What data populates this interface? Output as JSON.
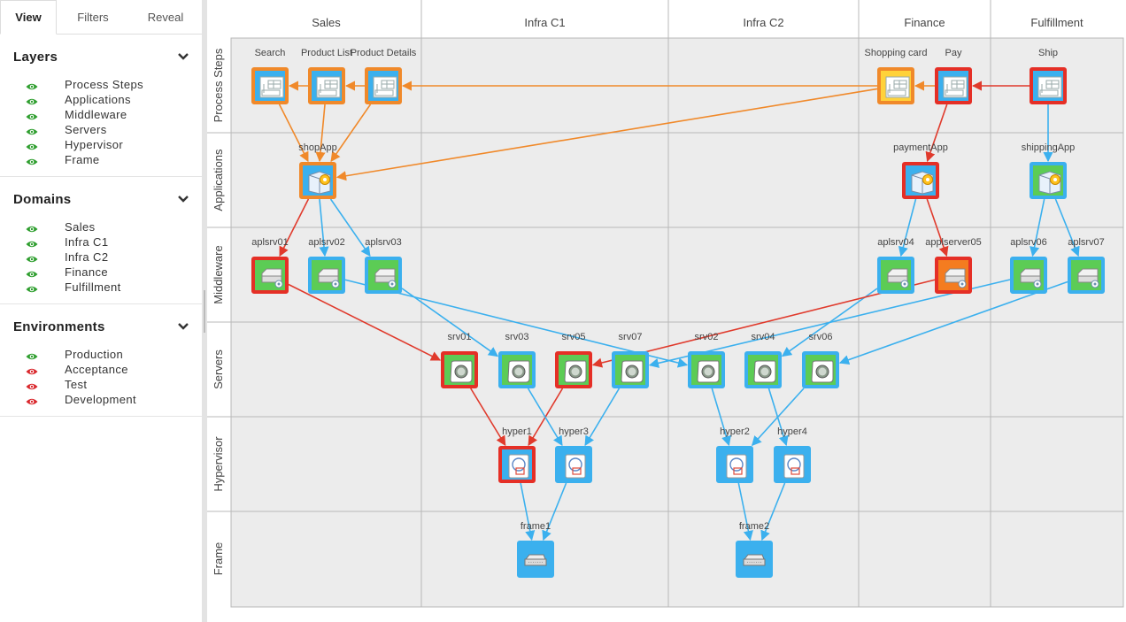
{
  "tabs": [
    {
      "label": "View",
      "active": true
    },
    {
      "label": "Filters",
      "active": false
    },
    {
      "label": "Reveal",
      "active": false
    }
  ],
  "sidebar": {
    "layers": {
      "title": "Layers",
      "items": [
        "Process Steps",
        "Applications",
        "Middleware",
        "Servers",
        "Hypervisor",
        "Frame"
      ]
    },
    "domains": {
      "title": "Domains",
      "items": [
        "Sales",
        "Infra C1",
        "Infra C2",
        "Finance",
        "Fulfillment"
      ]
    },
    "environments": {
      "title": "Environments",
      "items": [
        {
          "label": "Production",
          "visible": true
        },
        {
          "label": "Acceptance",
          "visible": false
        },
        {
          "label": "Test",
          "visible": false
        },
        {
          "label": "Development",
          "visible": false
        }
      ]
    }
  },
  "colors": {
    "eye_visible": "#2e9e2e",
    "eye_hidden": "#d9262b",
    "edge_orange": "#f0892a",
    "edge_red": "#e03a2c",
    "edge_blue": "#3bb0ee",
    "border_orange": "#f0892a",
    "border_red": "#e52f26",
    "border_blue": "#3bb0ee",
    "fill_blue": "#3bb0ee",
    "fill_green": "#5ccc55",
    "fill_orange": "#f47c20",
    "fill_yellow": "#ffd23a",
    "lane_bg": "#ececec",
    "lane_line": "#b8b8b8"
  },
  "diagram": {
    "columns": [
      "Sales",
      "Infra C1",
      "Infra C2",
      "Finance",
      "Fulfillment"
    ],
    "rows": [
      "Process Steps",
      "Applications",
      "Middleware",
      "Servers",
      "Hypervisor",
      "Frame"
    ],
    "nodes": [
      {
        "id": "search",
        "label": "Search",
        "type": "process-step",
        "border": "orange",
        "fill": "blue"
      },
      {
        "id": "productlist",
        "label": "Product List",
        "type": "process-step",
        "border": "orange",
        "fill": "blue"
      },
      {
        "id": "productdetails",
        "label": "Product Details",
        "type": "process-step",
        "border": "orange",
        "fill": "blue"
      },
      {
        "id": "shoppingcard",
        "label": "Shopping card",
        "type": "process-step",
        "border": "orange",
        "fill": "yellow"
      },
      {
        "id": "pay",
        "label": "Pay",
        "type": "process-step",
        "border": "red",
        "fill": "blue"
      },
      {
        "id": "ship",
        "label": "Ship",
        "type": "process-step",
        "border": "red",
        "fill": "blue"
      },
      {
        "id": "shopapp",
        "label": "shopApp",
        "type": "application",
        "border": "orange",
        "fill": "blue"
      },
      {
        "id": "paymentapp",
        "label": "paymentApp",
        "type": "application",
        "border": "red",
        "fill": "blue"
      },
      {
        "id": "shippingapp",
        "label": "shippingApp",
        "type": "application",
        "border": "blue",
        "fill": "green"
      },
      {
        "id": "aplsrv01",
        "label": "aplsrv01",
        "type": "middleware",
        "border": "red",
        "fill": "green"
      },
      {
        "id": "aplsrv02",
        "label": "aplsrv02",
        "type": "middleware",
        "border": "blue",
        "fill": "green"
      },
      {
        "id": "aplsrv03",
        "label": "aplsrv03",
        "type": "middleware",
        "border": "blue",
        "fill": "green"
      },
      {
        "id": "aplsrv04",
        "label": "aplsrv04",
        "type": "middleware",
        "border": "blue",
        "fill": "green"
      },
      {
        "id": "applserver05",
        "label": "applserver05",
        "type": "middleware",
        "border": "red",
        "fill": "orange"
      },
      {
        "id": "aplsrv06",
        "label": "aplsrv06",
        "type": "middleware",
        "border": "blue",
        "fill": "green"
      },
      {
        "id": "aplsrv07",
        "label": "aplsrv07",
        "type": "middleware",
        "border": "blue",
        "fill": "green"
      },
      {
        "id": "srv01",
        "label": "srv01",
        "type": "server",
        "border": "red",
        "fill": "green"
      },
      {
        "id": "srv03",
        "label": "srv03",
        "type": "server",
        "border": "blue",
        "fill": "green"
      },
      {
        "id": "srv05",
        "label": "srv05",
        "type": "server",
        "border": "red",
        "fill": "green"
      },
      {
        "id": "srv07",
        "label": "srv07",
        "type": "server",
        "border": "blue",
        "fill": "green"
      },
      {
        "id": "srv02",
        "label": "srv02",
        "type": "server",
        "border": "blue",
        "fill": "green"
      },
      {
        "id": "srv04",
        "label": "srv04",
        "type": "server",
        "border": "blue",
        "fill": "green"
      },
      {
        "id": "srv06",
        "label": "srv06",
        "type": "server",
        "border": "blue",
        "fill": "green"
      },
      {
        "id": "hyper1",
        "label": "hyper1",
        "type": "hypervisor",
        "border": "red",
        "fill": "blue"
      },
      {
        "id": "hyper3",
        "label": "hyper3",
        "type": "hypervisor",
        "border": "blue",
        "fill": "blue"
      },
      {
        "id": "hyper2",
        "label": "hyper2",
        "type": "hypervisor",
        "border": "blue",
        "fill": "blue"
      },
      {
        "id": "hyper4",
        "label": "hyper4",
        "type": "hypervisor",
        "border": "blue",
        "fill": "blue"
      },
      {
        "id": "frame1",
        "label": "frame1",
        "type": "frame",
        "border": "blue",
        "fill": "blue"
      },
      {
        "id": "frame2",
        "label": "frame2",
        "type": "frame",
        "border": "blue",
        "fill": "blue"
      }
    ],
    "edges": [
      {
        "from": "productlist",
        "to": "search",
        "color": "orange"
      },
      {
        "from": "productdetails",
        "to": "productlist",
        "color": "orange"
      },
      {
        "from": "shoppingcard",
        "to": "productdetails",
        "color": "orange"
      },
      {
        "from": "pay",
        "to": "shoppingcard",
        "color": "orange"
      },
      {
        "from": "ship",
        "to": "pay",
        "color": "red"
      },
      {
        "from": "search",
        "to": "shopapp",
        "color": "orange"
      },
      {
        "from": "productlist",
        "to": "shopapp",
        "color": "orange"
      },
      {
        "from": "productdetails",
        "to": "shopapp",
        "color": "orange"
      },
      {
        "from": "shoppingcard",
        "to": "shopapp",
        "color": "orange"
      },
      {
        "from": "pay",
        "to": "paymentapp",
        "color": "red"
      },
      {
        "from": "ship",
        "to": "shippingapp",
        "color": "blue"
      },
      {
        "from": "shopapp",
        "to": "aplsrv01",
        "color": "red"
      },
      {
        "from": "shopapp",
        "to": "aplsrv02",
        "color": "blue"
      },
      {
        "from": "shopapp",
        "to": "aplsrv03",
        "color": "blue"
      },
      {
        "from": "paymentapp",
        "to": "aplsrv04",
        "color": "blue"
      },
      {
        "from": "paymentapp",
        "to": "applserver05",
        "color": "red"
      },
      {
        "from": "shippingapp",
        "to": "aplsrv06",
        "color": "blue"
      },
      {
        "from": "shippingapp",
        "to": "aplsrv07",
        "color": "blue"
      },
      {
        "from": "aplsrv01",
        "to": "srv01",
        "color": "red"
      },
      {
        "from": "aplsrv02",
        "to": "srv02",
        "color": "blue"
      },
      {
        "from": "aplsrv03",
        "to": "srv03",
        "color": "blue"
      },
      {
        "from": "aplsrv04",
        "to": "srv04",
        "color": "blue"
      },
      {
        "from": "applserver05",
        "to": "srv05",
        "color": "red"
      },
      {
        "from": "aplsrv06",
        "to": "srv07",
        "color": "blue"
      },
      {
        "from": "aplsrv07",
        "to": "srv06",
        "color": "blue"
      },
      {
        "from": "srv01",
        "to": "hyper1",
        "color": "red"
      },
      {
        "from": "srv05",
        "to": "hyper1",
        "color": "red"
      },
      {
        "from": "srv03",
        "to": "hyper3",
        "color": "blue"
      },
      {
        "from": "srv07",
        "to": "hyper3",
        "color": "blue"
      },
      {
        "from": "srv02",
        "to": "hyper2",
        "color": "blue"
      },
      {
        "from": "srv06",
        "to": "hyper2",
        "color": "blue"
      },
      {
        "from": "srv04",
        "to": "hyper4",
        "color": "blue"
      },
      {
        "from": "hyper1",
        "to": "frame1",
        "color": "blue"
      },
      {
        "from": "hyper3",
        "to": "frame1",
        "color": "blue"
      },
      {
        "from": "hyper2",
        "to": "frame2",
        "color": "blue"
      },
      {
        "from": "hyper4",
        "to": "frame2",
        "color": "blue"
      }
    ]
  }
}
